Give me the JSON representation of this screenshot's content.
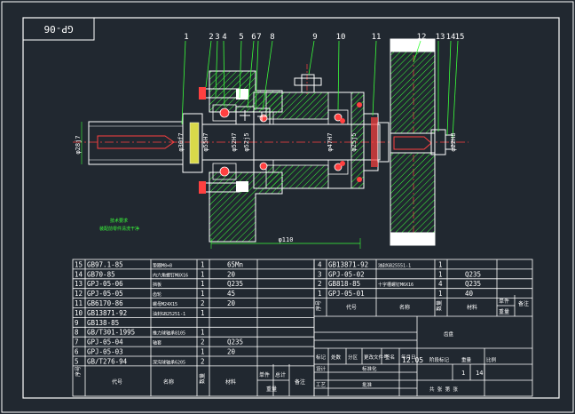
{
  "drawing": {
    "title_box": "GP-06",
    "balloons": [
      "1",
      "2",
      "3",
      "4",
      "5",
      "6",
      "7",
      "8",
      "9",
      "10",
      "11",
      "12",
      "13",
      "14",
      "15"
    ],
    "dimensions": {
      "d1": "φ28j7",
      "d2": "φ30f7",
      "d3": "φ55H7",
      "d4": "φ52H7",
      "d5": "φ52j5",
      "d6": "φ47H7",
      "d7": "φ25j5",
      "d8": "φ22H8",
      "d9": "φ110"
    },
    "note_heading": "技术要求",
    "note_body": "装配前零件清洗干净"
  },
  "bom": {
    "left_rows": [
      {
        "no": "15",
        "code": "GB97.1-85",
        "name": "垫圈M8=8",
        "qty": "1",
        "material": "65Mn"
      },
      {
        "no": "14",
        "code": "GB70-85",
        "name": "内六角螺钉M8X16",
        "qty": "1",
        "material": "20"
      },
      {
        "no": "13",
        "code": "GPJ-05-06",
        "name": "挡板",
        "qty": "1",
        "material": "Q235"
      },
      {
        "no": "12",
        "code": "GPJ-05-05",
        "name": "齿轮",
        "qty": "1",
        "material": "45"
      },
      {
        "no": "11",
        "code": "GB6170-86",
        "name": "螺母M24X15",
        "qty": "2",
        "material": "20"
      },
      {
        "no": "10",
        "code": "GB13871-92",
        "name": "油封GB25251-1",
        "qty": "1",
        "material": ""
      },
      {
        "no": "9",
        "code": "GB138-85",
        "name": "",
        "qty": "",
        "material": ""
      },
      {
        "no": "8",
        "code": "GB/T301-1995",
        "name": "推力球轴承8105",
        "qty": "1",
        "material": ""
      },
      {
        "no": "7",
        "code": "GPJ-05-04",
        "name": "轴套",
        "qty": "2",
        "material": "Q235"
      },
      {
        "no": "6",
        "code": "GPJ-05-03",
        "name": "",
        "qty": "1",
        "material": "20"
      },
      {
        "no": "5",
        "code": "GB/T276-94",
        "name": "深沟球轴承6205",
        "qty": "2",
        "material": ""
      }
    ],
    "right_rows": [
      {
        "no": "4",
        "code": "GB13871-92",
        "name": "油封GB25551-1",
        "qty": "1",
        "material": ""
      },
      {
        "no": "3",
        "code": "GPJ-05-02",
        "name": "",
        "qty": "1",
        "material": "Q235"
      },
      {
        "no": "2",
        "code": "GB818-85",
        "name": "十字槽螺钉M6X16",
        "qty": "4",
        "material": "Q235"
      },
      {
        "no": "1",
        "code": "GPJ-05-01",
        "name": "",
        "qty": "1",
        "material": "40"
      }
    ],
    "headers": {
      "no": "序号",
      "code": "代号",
      "name": "名称",
      "qty": "数量",
      "material": "材料",
      "single": "单件",
      "total": "总计",
      "weight": "重量",
      "remark": "备注"
    }
  },
  "title_block": {
    "design": "设计",
    "standard": "标准化",
    "process": "工艺",
    "approve": "批准",
    "mark": "标记",
    "count": "处数",
    "zone": "分区",
    "change": "更改文件号",
    "sign": "签名",
    "date": "年月日",
    "stage": "阶段标记",
    "weight": "重量",
    "scale": "比例",
    "date_value": "12.05",
    "scale_value": "1",
    "weight_value": "14",
    "sheets": "共 张 第 张",
    "drawing_name": "齿盘"
  }
}
